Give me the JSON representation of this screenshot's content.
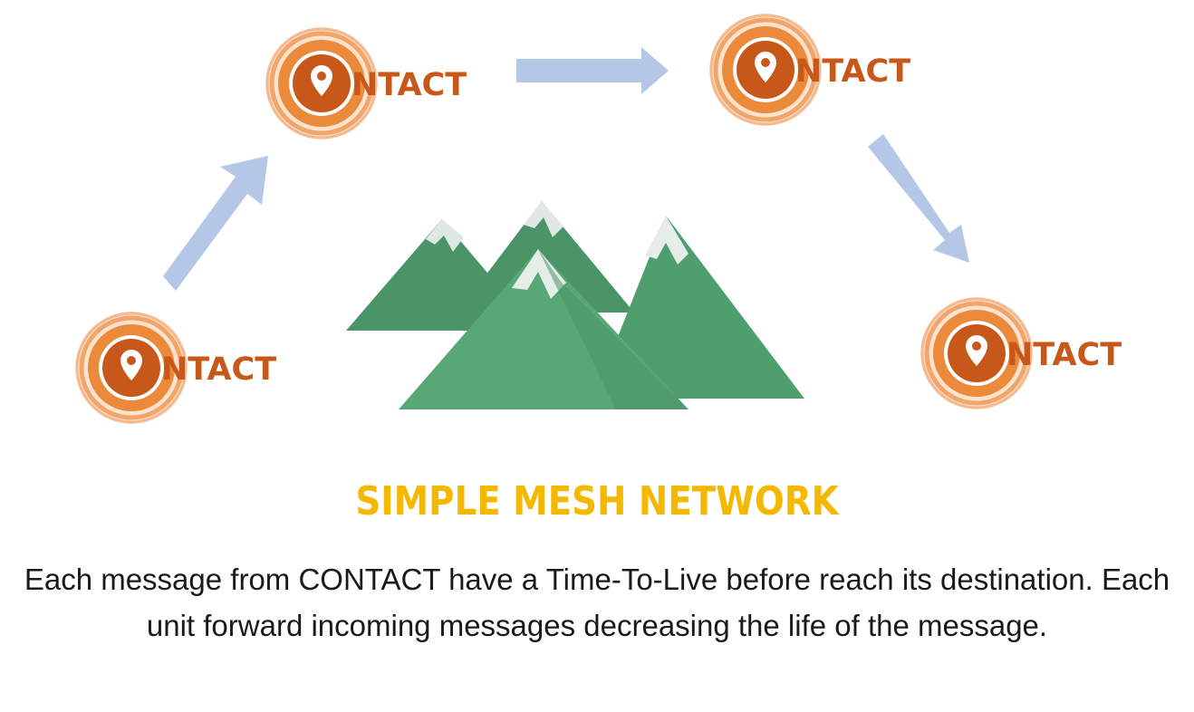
{
  "nodes": [
    {
      "id": "top-left",
      "label_suffix": "NTACT"
    },
    {
      "id": "top-right",
      "label_suffix": "NTACT"
    },
    {
      "id": "bottom-left",
      "label_suffix": "NTACT"
    },
    {
      "id": "bottom-right",
      "label_suffix": "NTACT"
    }
  ],
  "title": "SIMPLE MESH NETWORK",
  "description": "Each message from CONTACT have a Time-To-Live before reach its destination. Each unit forward incoming messages decreasing the life of the message.",
  "colors": {
    "logo_orange": "#ec8a3c",
    "logo_dark": "#c8581a",
    "arrow": "#b4c7e7",
    "mountain": "#4f9e6e",
    "title": "#f5b800"
  },
  "icons": [
    "map-pin-icon",
    "arrow-icon",
    "mountains-illustration"
  ]
}
